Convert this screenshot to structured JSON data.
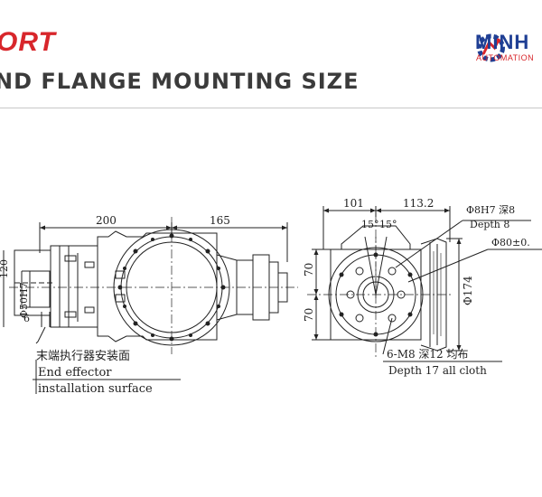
{
  "header": {
    "report_title": "ORT",
    "section_title": "ND FLANGE MOUNTING SIZE"
  },
  "logo": {
    "name": "MINH",
    "subtitle": "AUTOMATION",
    "icon": "gear-robot-arm-icon",
    "brand_color": "#1f3f94",
    "accent_color": "#d8262b"
  },
  "front_view": {
    "dim_200": "200",
    "dim_165": "165",
    "dim_120": "120",
    "dim_50h7": "Φ50H7",
    "dim_6": "6",
    "label_cn": "末端执行器安装面",
    "label_en_1": "End effector",
    "label_en_2": "installation surface"
  },
  "side_view": {
    "dim_101": "101",
    "dim_113": "113.2",
    "dim_8h7": "Φ8H7 深8",
    "dim_depth8": "Depth 8",
    "dim_80": "Φ80±0.",
    "angle_15a": "15°",
    "angle_15b": "15°",
    "dim_70_top": "70",
    "dim_70_bottom": "70",
    "dim_174": "Φ174",
    "holes_cn": "6-M8 深12 均布",
    "holes_en": "Depth 17 all cloth"
  }
}
